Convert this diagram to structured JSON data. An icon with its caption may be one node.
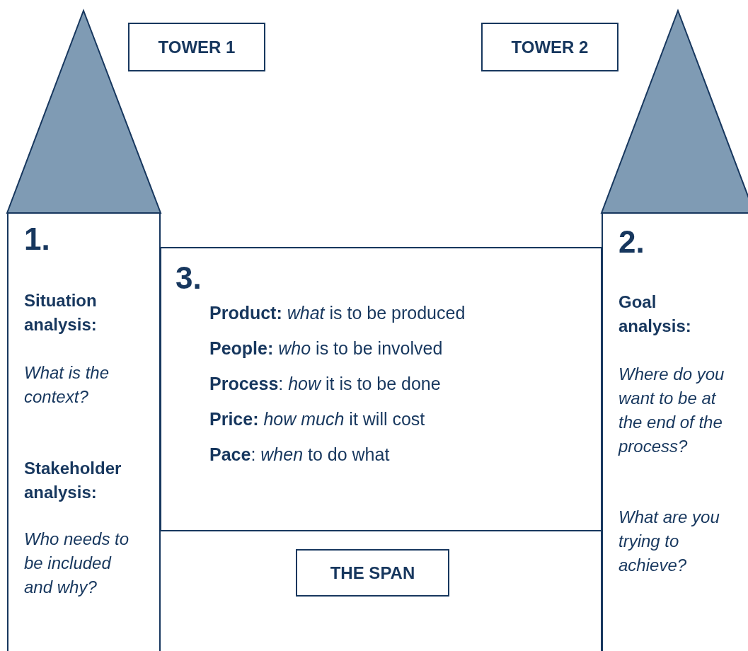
{
  "diagram": {
    "nodes": [
      {
        "text": [
          "TOWER 1"
        ]
      },
      {
        "text": [
          "TOWER 2"
        ]
      },
      {
        "text": [
          "1.",
          "Situation analysis:",
          "What is the context?",
          "Stakeholder analysis:",
          "Who needs to be included and why?"
        ]
      },
      {
        "text": [
          "3.",
          "**Product:** *what* is to be produced",
          "**People:** *who* is to be involved",
          "**Process**: *how* it is to be done",
          "**Price:** *how much* it will cost",
          "**Pace**: *when* to do what"
        ]
      },
      {
        "text": [
          "2.",
          "Goal analysis:",
          "Where do you want to be at the end of the process?",
          "What are you trying to achieve?"
        ]
      },
      {
        "text": [
          "THE SPAN"
        ]
      },
      {
        "text": [],
        "shape": "triangle"
      },
      {
        "text": [],
        "shape": "triangle"
      }
    ]
  }
}
